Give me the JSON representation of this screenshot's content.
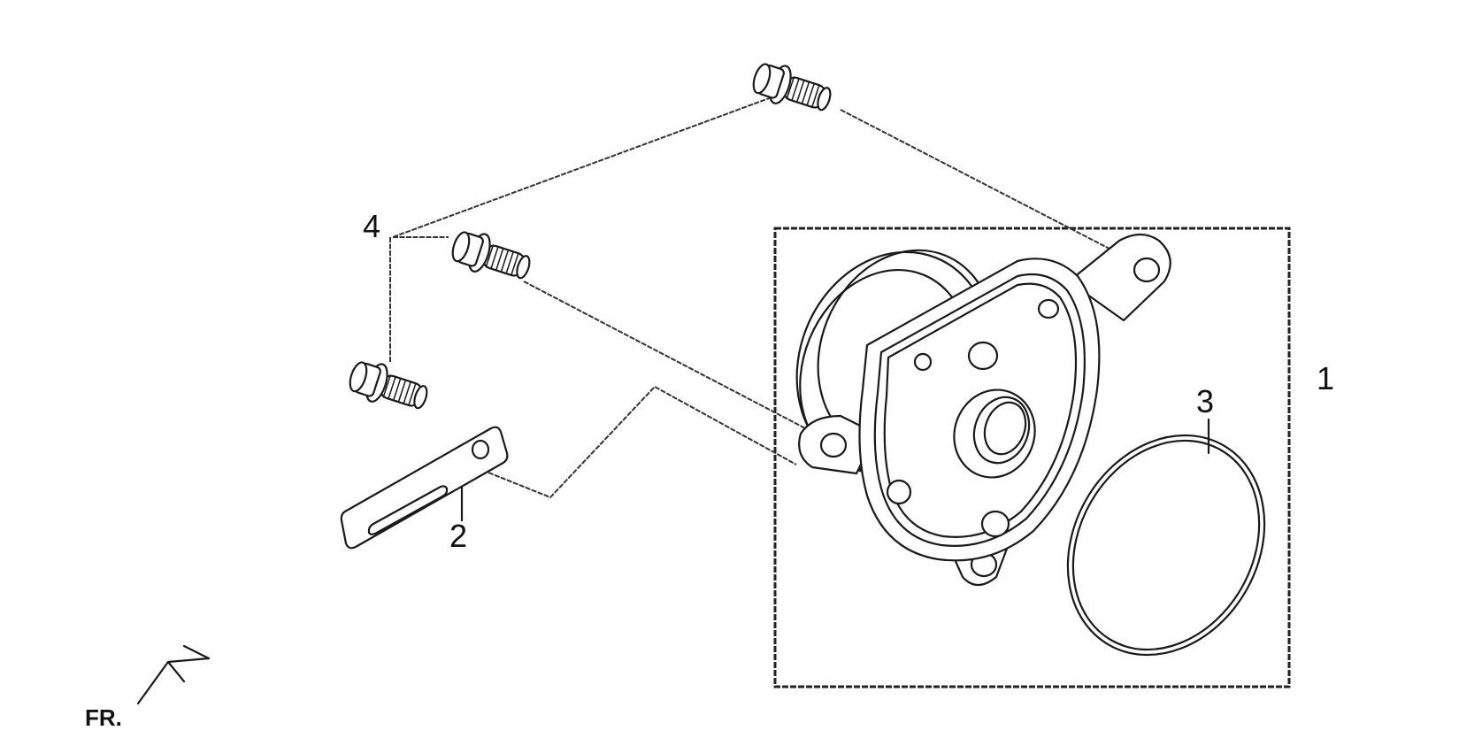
{
  "callouts": {
    "part1": "1",
    "part2": "2",
    "part3": "3",
    "part4": "4"
  },
  "orientation": {
    "label": "FR."
  },
  "colors": {
    "line": "#1a1a1a",
    "background": "#ffffff"
  }
}
